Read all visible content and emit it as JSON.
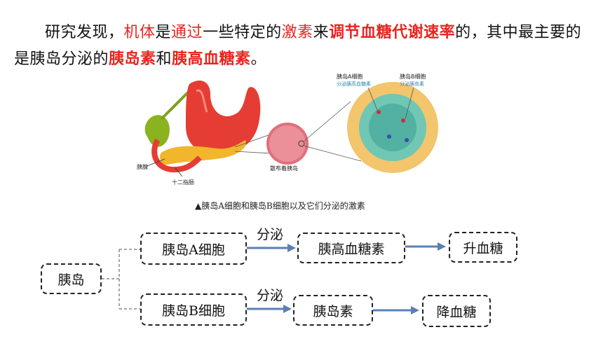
{
  "paragraph": {
    "p1": "研究发现，",
    "p2": "机体",
    "p3": "是",
    "p4": "通过",
    "p5": "一些特定的",
    "p6": "激素",
    "p7": "来",
    "p8": "调节血糖代谢速率",
    "p9": "的，其中最主要的是胰岛分泌的",
    "p10": "胰岛素",
    "p11": "和",
    "p12": "胰高血糖素",
    "p13": "。"
  },
  "figure": {
    "label_a_cell": "胰岛A细胞",
    "label_a_secrete": "分泌胰高血糖素",
    "label_b_cell": "胰岛B细胞",
    "label_b_secrete": "分泌胰岛素",
    "label_pancreas": "胰腺",
    "label_duodenum": "十二指肠",
    "label_islets": "散布着胰岛",
    "caption": "▲胰岛A细胞和胰岛B细胞以及它们分泌的激素"
  },
  "flow": {
    "root": "胰岛",
    "a_cell": "胰岛A细胞",
    "b_cell": "胰岛B细胞",
    "secrete_top": "分泌",
    "secrete_bottom": "分泌",
    "glucagon": "胰高血糖素",
    "insulin": "胰岛素",
    "raise": "升血糖",
    "lower": "降血糖"
  },
  "colors": {
    "highlight": "#e8251f",
    "arrow": "#5b7fb5"
  }
}
